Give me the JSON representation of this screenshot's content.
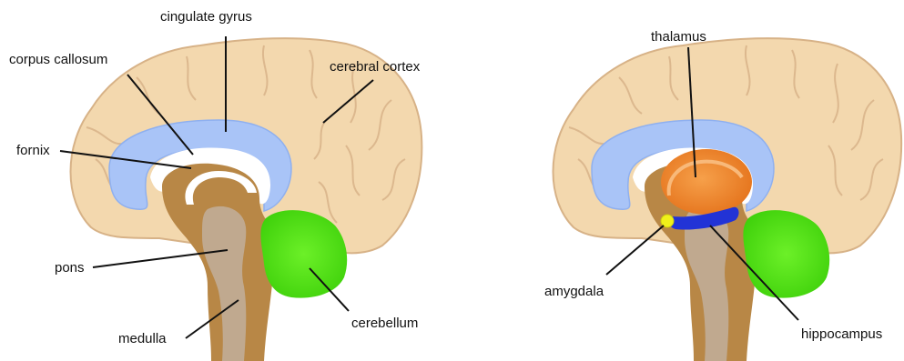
{
  "colors": {
    "cortex": "#f3d8ae",
    "cortex_outline": "#d7b287",
    "cingulate_gyrus": "#a9c4f7",
    "corpus_callosum": "#ffffff",
    "brainstem_core": "#c0a98f",
    "midbrain_brown": "#b88746",
    "cerebellum": "#55e611",
    "thalamus": "#ef8c31",
    "hippocampus": "#2233d6",
    "amygdala": "#f0f01a",
    "label_text": "#111111"
  },
  "left_diagram": {
    "labels": {
      "cingulate_gyrus": "cingulate gyrus",
      "corpus_callosum": "corpus callosum",
      "cerebral_cortex": "cerebral cortex",
      "fornix": "fornix",
      "pons": "pons",
      "medulla": "medulla",
      "cerebellum": "cerebellum"
    }
  },
  "right_diagram": {
    "labels": {
      "thalamus": "thalamus",
      "amygdala": "amygdala",
      "hippocampus": "hippocampus"
    }
  }
}
